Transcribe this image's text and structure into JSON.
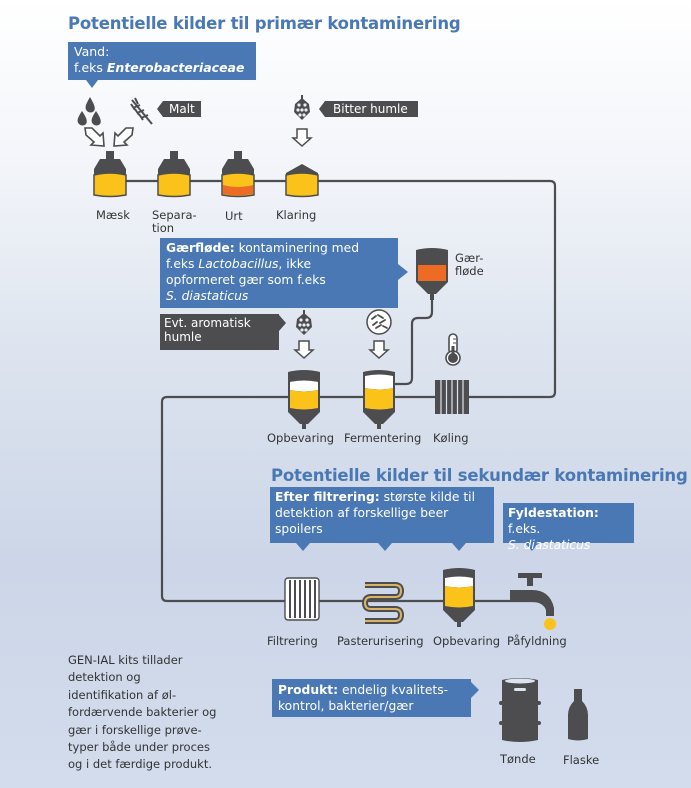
{
  "primary": {
    "title": "Potentielle kilder til primær kontaminering",
    "water_box": {
      "label": "Vand:",
      "prefix": "f.eks ",
      "organism": "Enterobacteriaceae"
    },
    "malt_tag": "Malt",
    "bitter_hops_tag": "Bitter humle",
    "stages": [
      "Mæsk",
      "Separa-",
      "tion",
      "Urt",
      "Klaring"
    ],
    "yeast_box": {
      "bold": "Gærfløde:",
      "line1_rest": " kontaminering med",
      "line2_prefix": "f.eks ",
      "line2_italic": "Lactobacillus",
      "line2_rest": ", ikke",
      "line3": "opformeret gær som f.eks",
      "line4_italic": "S. diastaticus"
    },
    "yeast_tank_label": [
      "Gær-",
      "fløde"
    ],
    "aroma_hops_tag": [
      "Evt. aromatisk",
      "humle"
    ],
    "stages2": [
      "Opbevaring",
      "Fermentering",
      "Køling"
    ]
  },
  "secondary": {
    "title": "Potentielle kilder til sekundær kontaminering",
    "filter_box": {
      "bold": "Efter filtrering:",
      "line1_rest": " største kilde til",
      "line2": "detektion af forskellige beer",
      "line3": "spoilers"
    },
    "fill_box": {
      "bold": "Fyldestation:",
      "rest": " f.eks.",
      "italic": "S. diastaticus"
    },
    "stages": [
      "Filtrering",
      "Pasterurisering",
      "Opbevaring",
      "Påfyldning"
    ],
    "product_box": {
      "bold": "Produkt:",
      "line1_rest": " endelig kvalitets-",
      "line2": "kontrol, bakterier/gær"
    },
    "containers": [
      "Tønde",
      "Flaske"
    ]
  },
  "note": [
    "GEN-IAL kits tillader",
    "detektion og",
    "identifikation af øl-",
    "fordærvende bakterier og",
    "gær i forskellige prøve-",
    "typer både under proces",
    "og i det færdige produkt."
  ],
  "colors": {
    "accent_blue": "#4a78b4",
    "dark_gray": "#4d4d4f",
    "beer_yellow": "#fbc21a",
    "wort_orange": "#ee6b25"
  }
}
